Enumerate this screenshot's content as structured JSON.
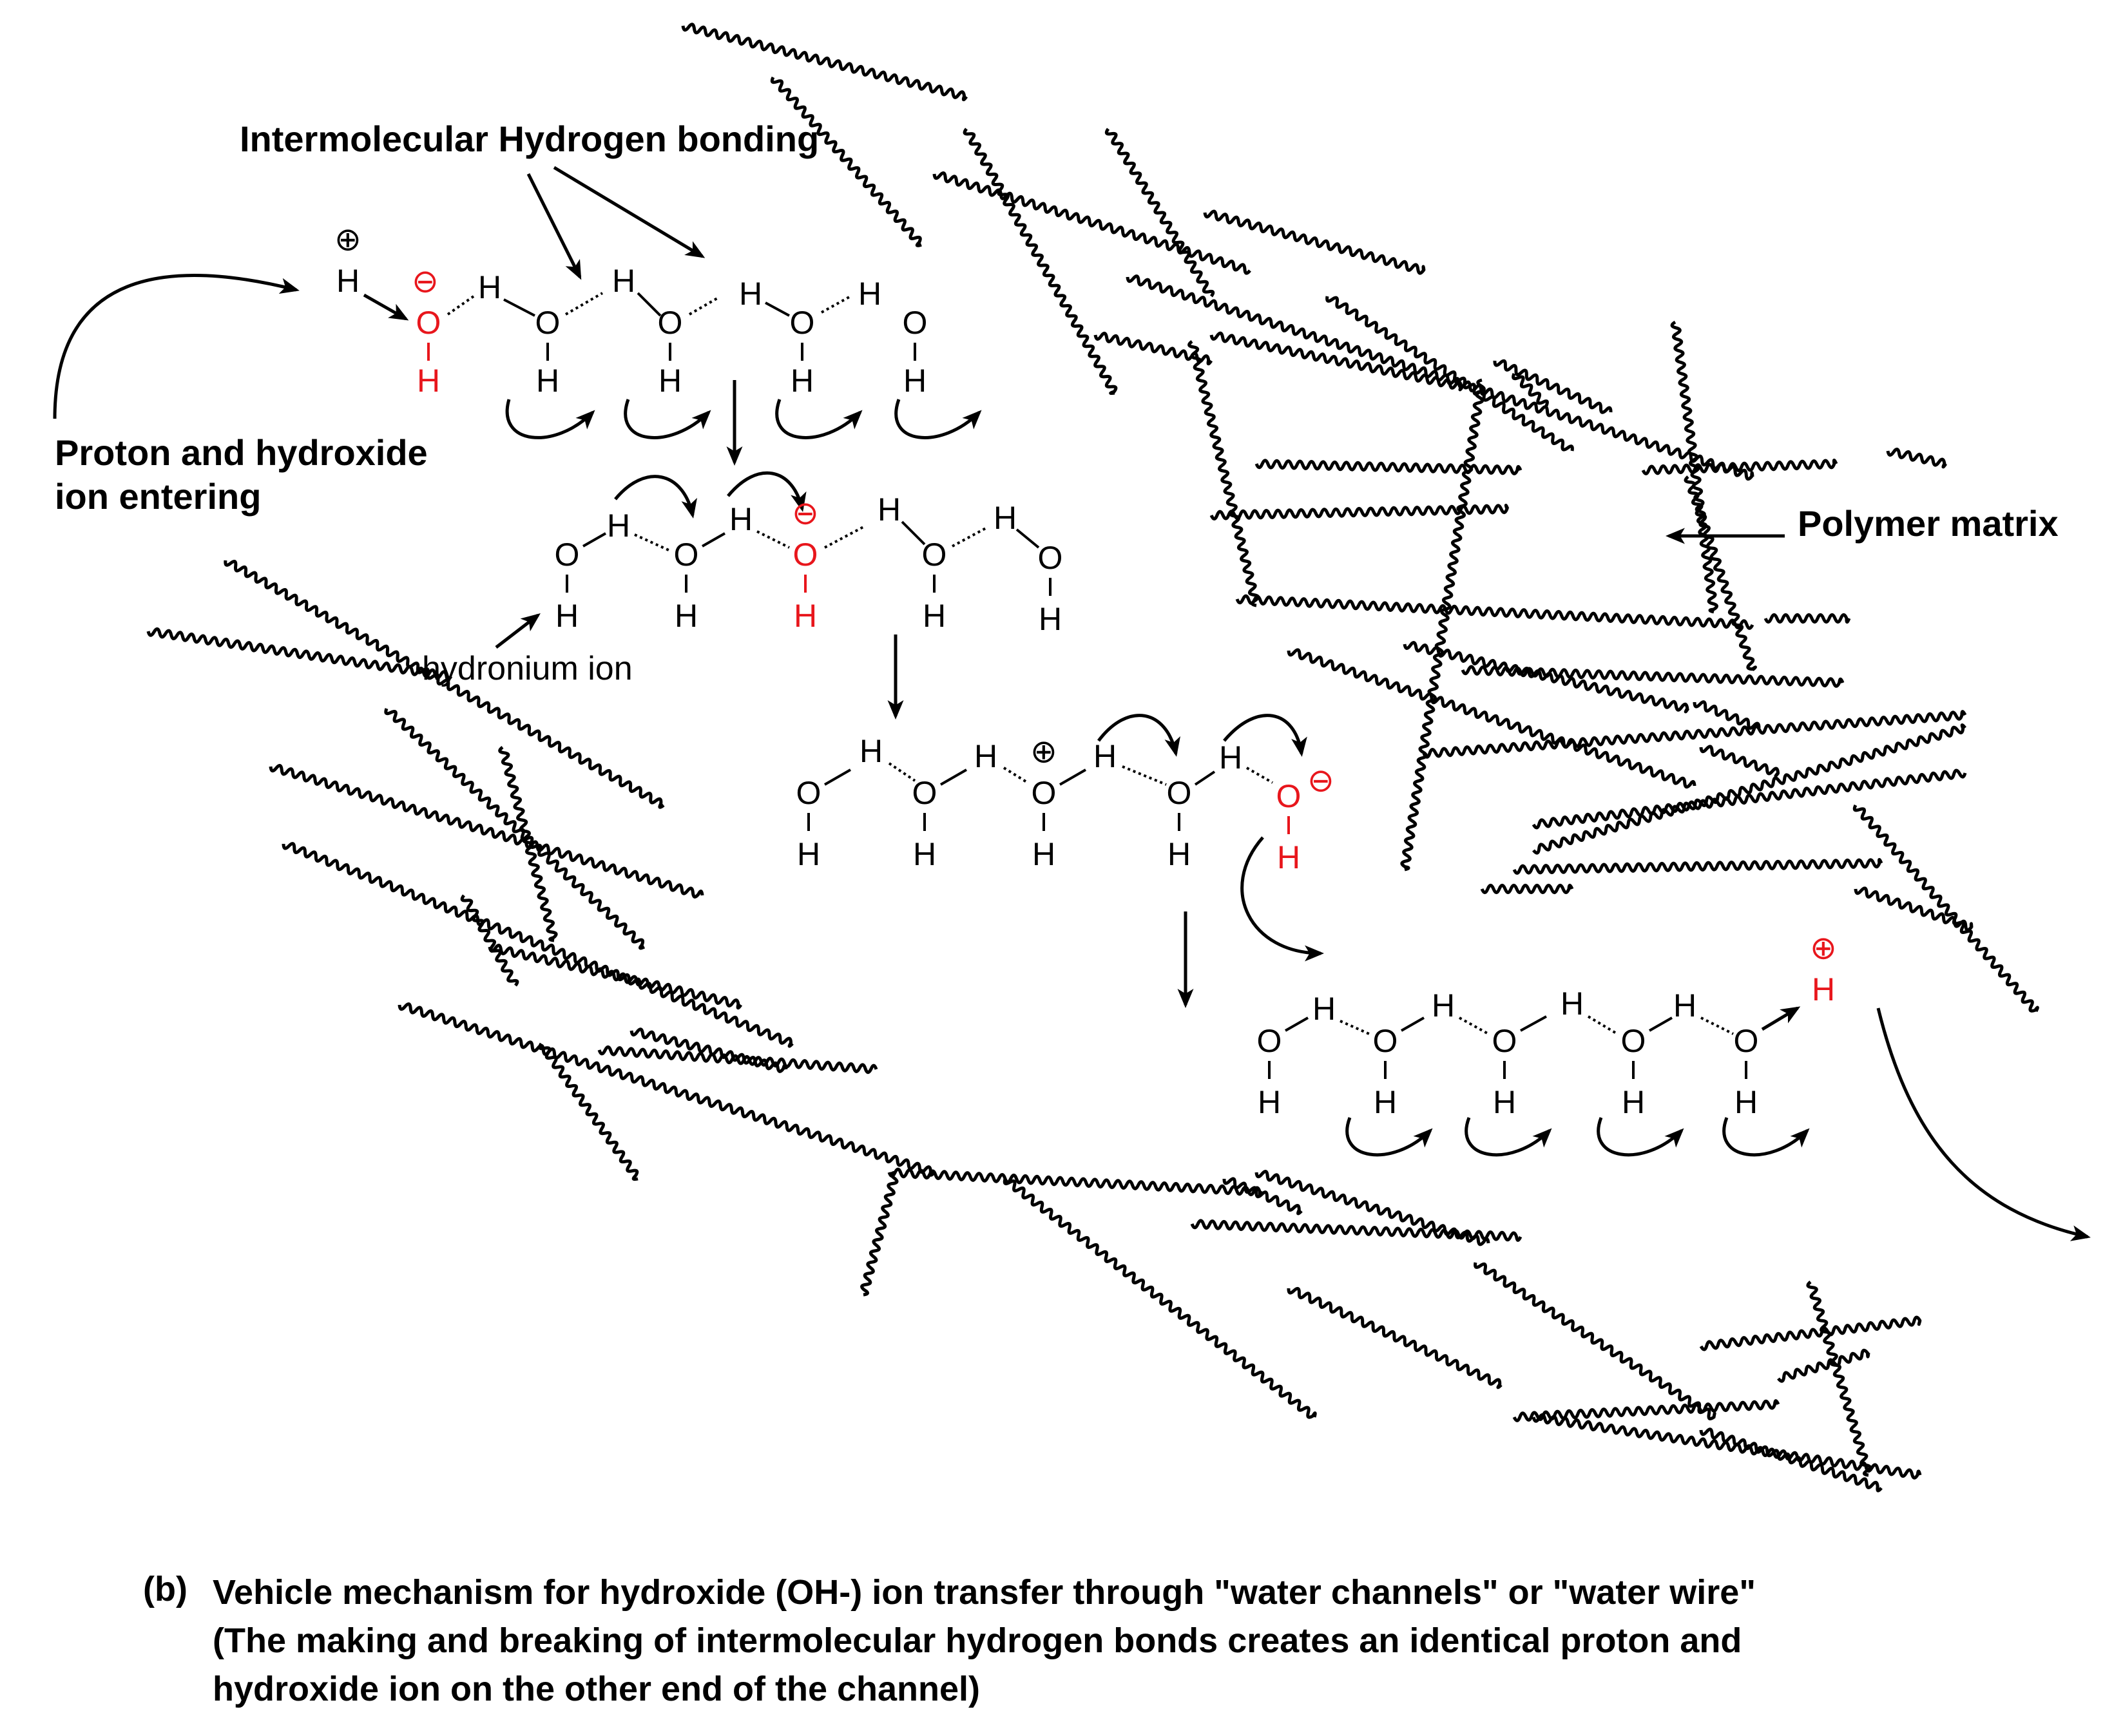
{
  "labels": {
    "hbonding": "Intermolecular Hydrogen bonding",
    "entering_line1": "Proton and hydroxide",
    "entering_line2": "ion entering",
    "hydronium": "hydronium ion",
    "polymer": "Polymer matrix",
    "caption_tag": "(b)",
    "caption_line1": "Vehicle mechanism for hydroxide (OH-) ion transfer through \"water channels\" or \"water wire\"",
    "caption_line2": "(The making and breaking of intermolecular hydrogen bonds creates an identical proton and",
    "caption_line3": "hydroxide ion on the other end of the channel)"
  },
  "symbols": {
    "oxygen": "O",
    "hydrogen": "H",
    "plus": "⊕",
    "minus": "⊖"
  },
  "colors": {
    "ink": "#000000",
    "highlight": "#e8161c",
    "background": "#ffffff"
  }
}
